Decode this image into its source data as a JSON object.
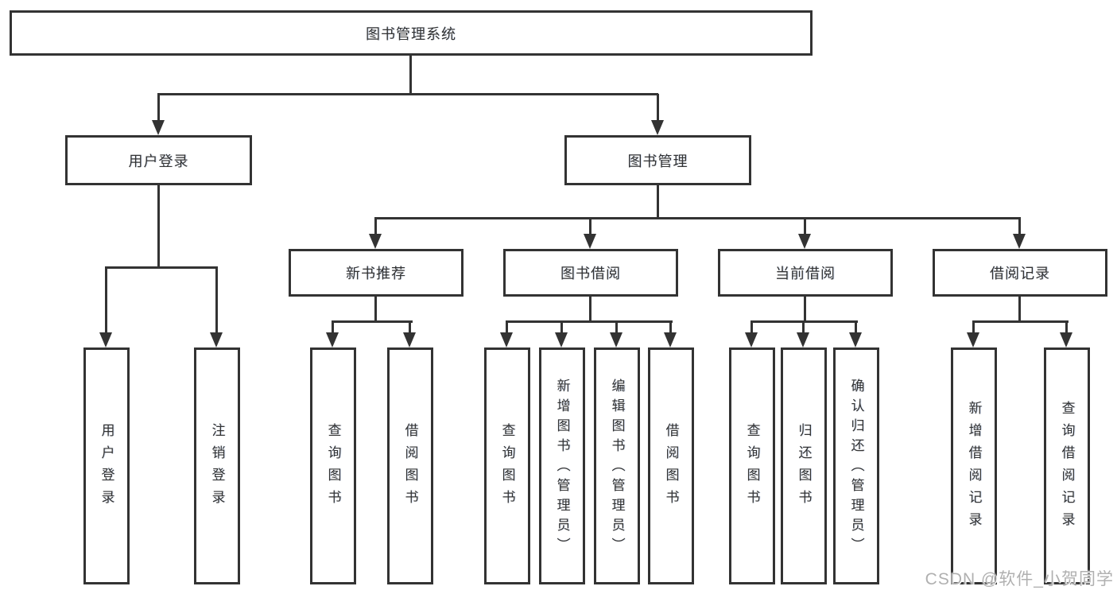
{
  "tree": {
    "root": {
      "label": "图书管理系统"
    },
    "children": [
      {
        "label": "用户登录",
        "children": [
          {
            "label": "用户登录"
          },
          {
            "label": "注销登录"
          }
        ]
      },
      {
        "label": "图书管理",
        "children": [
          {
            "label": "新书推荐",
            "children": [
              {
                "label": "查询图书"
              },
              {
                "label": "借阅图书"
              }
            ]
          },
          {
            "label": "图书借阅",
            "children": [
              {
                "label": "查询图书"
              },
              {
                "label": "新增图书（管理员）"
              },
              {
                "label": "编辑图书（管理员）"
              },
              {
                "label": "借阅图书"
              }
            ]
          },
          {
            "label": "当前借阅",
            "children": [
              {
                "label": "查询图书"
              },
              {
                "label": "归还图书"
              },
              {
                "label": "确认归还（管理员）"
              }
            ]
          },
          {
            "label": "借阅记录",
            "children": [
              {
                "label": "新增借阅记录"
              },
              {
                "label": "查询借阅记录"
              }
            ]
          }
        ]
      }
    ]
  },
  "watermark": {
    "text": "CSDN @软件_小贺同学",
    "color": "#b0b0b0"
  },
  "colors": {
    "line": "#333333",
    "box_border": "#333333",
    "text": "#333333",
    "background": "#ffffff"
  }
}
